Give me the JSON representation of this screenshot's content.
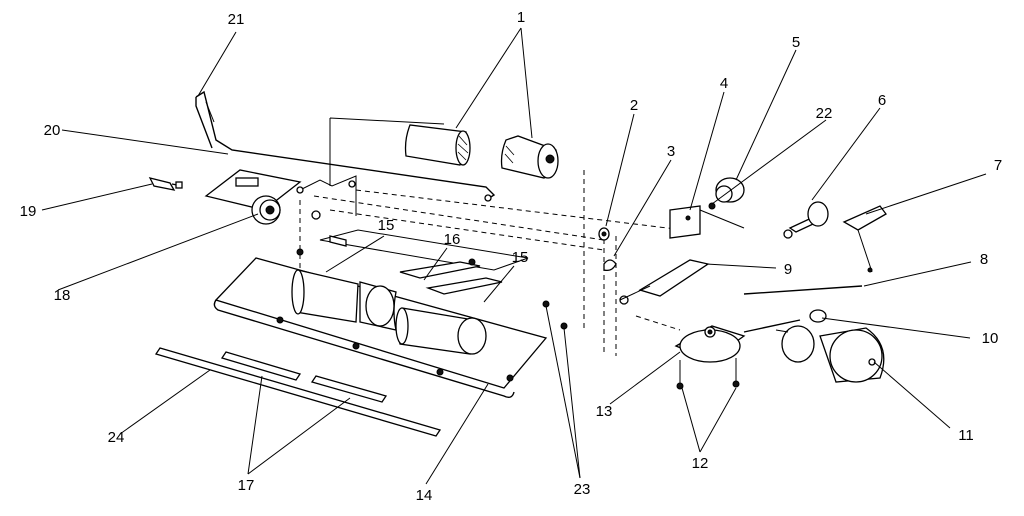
{
  "diagram": {
    "callouts": [
      "1",
      "2",
      "3",
      "4",
      "5",
      "6",
      "7",
      "8",
      "9",
      "10",
      "11",
      "12",
      "13",
      "14",
      "15",
      "15",
      "16",
      "17",
      "18",
      "19",
      "20",
      "21",
      "22",
      "23",
      "24"
    ]
  }
}
